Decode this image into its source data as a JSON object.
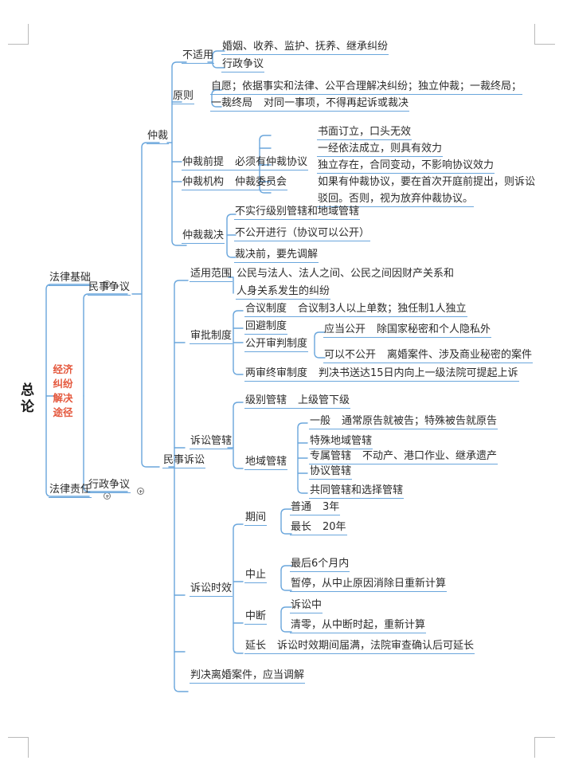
{
  "document": {
    "title": "经济纠纷解决途径 思维导图",
    "root": "总论",
    "accent_line_color": "#6aa6dc",
    "highlight_color": "#e4573c",
    "text_color": "#2b2b2b"
  },
  "root": {
    "label_line1": "总",
    "label_line2": "论"
  },
  "level1": {
    "legal_basis": "法律基础",
    "highlight": {
      "l1": "经济",
      "l2": "纠纷",
      "l3": "解决",
      "l4": "途径"
    },
    "legal_liability": "法律责任"
  },
  "level2": {
    "civil_dispute": "民事争议",
    "administrative_dispute": "行政争议"
  },
  "arbitration": {
    "label": "仲裁",
    "not_applicable": {
      "label": "不适用",
      "items": [
        "婚姻、收养、监护、抚养、继承纠纷",
        "行政争议"
      ]
    },
    "principles": {
      "label": "原则",
      "items": [
        "自愿；依据事实和法律、公平合理解决纠纷；独立仲裁；一裁终局；",
        {
          "key": "一裁终局",
          "value": "对同一事项，不得再起诉或裁决"
        }
      ]
    },
    "premise": {
      "key": "仲裁前提",
      "value": "必须有仲裁协议",
      "items": [
        "书面订立，口头无效",
        "一经依法成立，则具有效力",
        "独立存在，合同变动，不影响协议效力",
        "如果有仲裁协议，要在首次开庭前提出，则诉讼",
        "驳回。否则，视为放弃仲裁协议。"
      ]
    },
    "institution": {
      "key": "仲裁机构",
      "value": "仲裁委员会"
    },
    "award": {
      "label": "仲裁裁决",
      "items": [
        "不实行级别管辖和地域管辖",
        "不公开进行（协议可以公开）",
        "裁决前，要先调解"
      ]
    }
  },
  "litigation": {
    "label": "民事诉讼",
    "scope": {
      "label": "适用范围",
      "line1": "公民与法人、法人之间、公民之间因财产关系和",
      "line2": "人身关系发生的纠纷"
    },
    "trial_system": {
      "label": "审批制度",
      "collegiate": {
        "key": "合议制度",
        "value": "合议制3人以上单数；独任制1人独立"
      },
      "recusal": "回避制度",
      "public_trial": {
        "label": "公开审判制度",
        "items": [
          {
            "key": "应当公开",
            "value": "除国家秘密和个人隐私外"
          },
          {
            "key": "可以不公开",
            "value": "离婚案件、涉及商业秘密的案件"
          }
        ]
      },
      "two_instance": {
        "key": "两审终审制度",
        "value": "判决书送达15日内向上一级法院可提起上诉"
      }
    },
    "jurisdiction": {
      "label": "诉讼管辖",
      "level": {
        "key": "级别管辖",
        "value": "上级管下级"
      },
      "territorial": {
        "label": "地域管辖",
        "items": [
          {
            "key": "一般",
            "value": "通常原告就被告；特殊被告就原告"
          },
          {
            "key": "特殊地域管辖",
            "value": ""
          },
          {
            "key": "专属管辖",
            "value": "不动产、港口作业、继承遗产"
          },
          {
            "key": "协议管辖",
            "value": ""
          },
          {
            "key": "共同管辖和选择管辖",
            "value": ""
          }
        ]
      }
    },
    "limitation": {
      "label": "诉讼时效",
      "period": {
        "label": "期间",
        "items": [
          {
            "key": "普通",
            "value": "3年"
          },
          {
            "key": "最长",
            "value": "20年"
          }
        ]
      },
      "suspension": {
        "label": "中止",
        "items": [
          "最后6个月内",
          "暂停，从中止原因消除日重新计算"
        ]
      },
      "interruption": {
        "label": "中断",
        "items": [
          "诉讼中",
          "清零，从中断时起，重新计算"
        ]
      },
      "extension": {
        "key": "延长",
        "value": "诉讼时效期间届满，法院审查确认后可延长"
      }
    },
    "divorce_mediation": "判决离婚案件，应当调解"
  }
}
